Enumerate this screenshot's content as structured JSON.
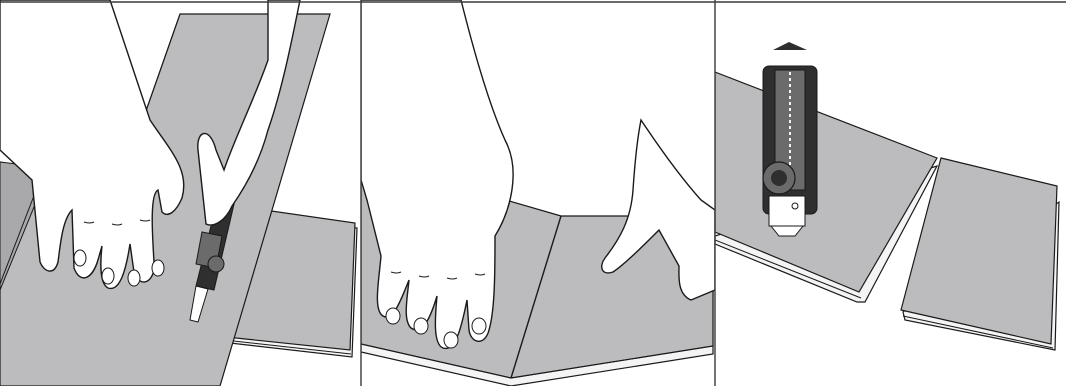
{
  "colors": {
    "board": "#bcbcbe",
    "board_dark": "#a9a9ab",
    "edge_light": "#f4f4f4",
    "line": "#1a1a1a",
    "skin": "#ffffff",
    "tool_dark": "#2f2f2f",
    "tool_mid": "#6b6b6b",
    "rule": "#3a3a3a"
  },
  "panels": [
    {
      "id": "score-cut",
      "icons": [
        "left-hand-icon",
        "utility-knife-icon",
        "right-hand-icon"
      ]
    },
    {
      "id": "bend-break",
      "icons": [
        "left-hand-icon",
        "right-hand-icon"
      ]
    },
    {
      "id": "trim-backing",
      "icons": [
        "utility-knife-icon",
        "direction-arrow-icon"
      ]
    }
  ]
}
